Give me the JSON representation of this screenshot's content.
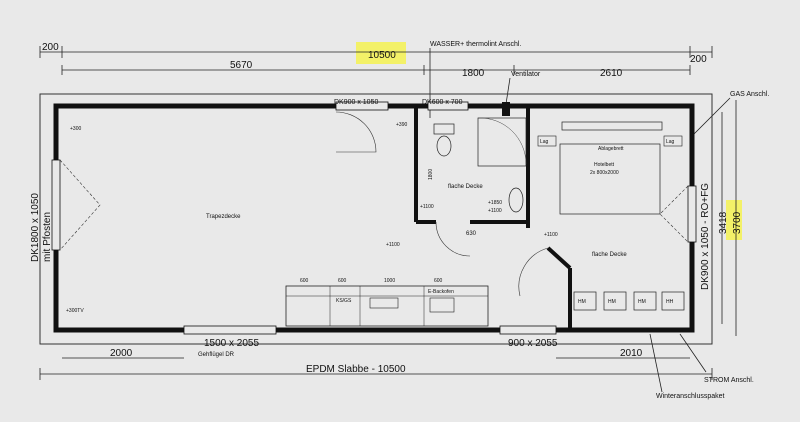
{
  "dimensions": {
    "total_width": "10500",
    "left_offset": "200",
    "right_offset": "200",
    "segment_left": "5670",
    "segment_middle": "1800",
    "segment_right": "2610",
    "bottom_left": "2000",
    "bottom_right": "2010",
    "bottom_slab": "EPDM Slabbe - 10500",
    "height_total": "3700",
    "height_inner": "3418",
    "dim_630": "630",
    "cabinet_widths": [
      "600",
      "600",
      "1000",
      "600"
    ],
    "dim_1800": "1800"
  },
  "openings": {
    "window_top_left": "DK900 x 1050",
    "window_top_middle": "DK600 x 700",
    "window_left_side": "DK1800 x 1050",
    "window_left_side_note": "mit Pfosten",
    "window_right_side": "DK900 x 1050 - RO+FG",
    "door_main": "1500 x 2055",
    "door_main_note": "Gehflügel DR",
    "door_bedroom": "900 x 2055"
  },
  "annotations": {
    "water": "WASSER+ thermolint Anschl.",
    "ventilator": "Ventilator",
    "gas": "GAS Anschl.",
    "power": "STROM Anschl.",
    "winter": "Winteranschlusspaket"
  },
  "rooms": {
    "main": "Trapezdecke",
    "bath": "flache Decke",
    "bedroom": "flache Decke",
    "bed_label": "Hotelbett",
    "bed_size": "2x 800x2000",
    "shelf": "Ablagebrett"
  },
  "fixtures": {
    "kitchen_label": "E-Backofen",
    "ks_gs": "KS/GS",
    "hm_labels": [
      "HM",
      "HM",
      "HM",
      "HH"
    ],
    "lag_labels": [
      "Lag",
      "Lag"
    ],
    "socket_300": "+300",
    "socket_300tv": "+300TV",
    "socket_1100": "+1100",
    "socket_1850": "+1850",
    "socket_1100b": "+1100",
    "socket_1100c": "+1100",
    "socket_1100d": "+1100",
    "socket_390": "+390"
  },
  "colors": {
    "highlight": "#f4f25a",
    "wall": "#111111",
    "paper": "#e9e9e9"
  }
}
